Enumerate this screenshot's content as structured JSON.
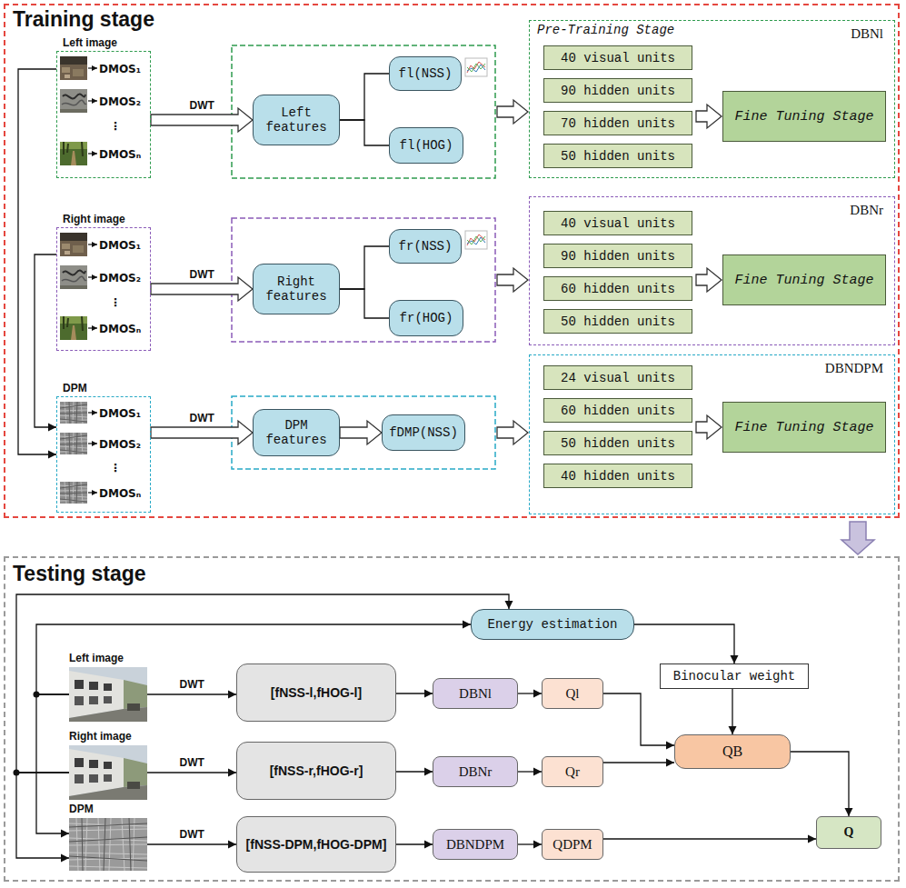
{
  "diagram": {
    "nodes": [
      {
        "text": [
          "Training stage"
        ]
      },
      {
        "text": [
          "Left image",
          "DMOS₁",
          "DMOS₂",
          "⋮",
          "DMOSₙ"
        ],
        "in": 0
      },
      {
        "text": [
          "Left features"
        ],
        "in": 0
      },
      {
        "text": [
          "fl(NSS)"
        ],
        "in": 0
      },
      {
        "text": [
          "fl(HOG)"
        ],
        "in": 0
      },
      {
        "text": [
          "Pre-Training Stage",
          "DBNl"
        ],
        "in": 0
      },
      {
        "text": [
          "40 visual units"
        ],
        "in": 5
      },
      {
        "text": [
          "90 hidden units"
        ],
        "in": 5
      },
      {
        "text": [
          "70 hidden units"
        ],
        "in": 5
      },
      {
        "text": [
          "50 hidden units"
        ],
        "in": 5
      },
      {
        "text": [
          "Fine Tuning Stage"
        ],
        "in": 5
      },
      {
        "text": [
          "Right image",
          "DMOS₁",
          "DMOS₂",
          "⋮",
          "DMOSₙ"
        ],
        "in": 0
      },
      {
        "text": [
          "Right features"
        ],
        "in": 0
      },
      {
        "text": [
          "fr(NSS)"
        ],
        "in": 0
      },
      {
        "text": [
          "fr(HOG)"
        ],
        "in": 0
      },
      {
        "text": [
          "DBNr"
        ],
        "in": 0
      },
      {
        "text": [
          "40 visual units"
        ],
        "in": 15
      },
      {
        "text": [
          "90 hidden units"
        ],
        "in": 15
      },
      {
        "text": [
          "60 hidden units"
        ],
        "in": 15
      },
      {
        "text": [
          "50 hidden units"
        ],
        "in": 15
      },
      {
        "text": [
          "Fine Tuning Stage"
        ],
        "in": 15
      },
      {
        "text": [
          "DPM",
          "DMOS₁",
          "DMOS₂",
          "⋮",
          "DMOSₙ"
        ],
        "in": 0
      },
      {
        "text": [
          "DPM features"
        ],
        "in": 0
      },
      {
        "text": [
          "fDMP(NSS)"
        ],
        "in": 0
      },
      {
        "text": [
          "DBNDPM"
        ],
        "in": 0
      },
      {
        "text": [
          "24 visual units"
        ],
        "in": 24
      },
      {
        "text": [
          "60 hidden units"
        ],
        "in": 24
      },
      {
        "text": [
          "50 hidden units"
        ],
        "in": 24
      },
      {
        "text": [
          "40 hidden units"
        ],
        "in": 24
      },
      {
        "text": [
          "Fine Tuning Stage"
        ],
        "in": 24
      },
      {
        "text": [
          "Testing stage"
        ]
      },
      {
        "text": [
          "Energy estimation"
        ],
        "in": 30
      },
      {
        "text": [
          "Binocular weight"
        ],
        "in": 30
      },
      {
        "text": [
          "Left image"
        ],
        "in": 30
      },
      {
        "text": [
          "[fNSS-l,fHOG-l]"
        ],
        "in": 30
      },
      {
        "text": [
          "DBNl"
        ],
        "in": 30
      },
      {
        "text": [
          "Ql"
        ],
        "in": 30
      },
      {
        "text": [
          "Right image"
        ],
        "in": 30
      },
      {
        "text": [
          "[fNSS-r,fHOG-r]"
        ],
        "in": 30
      },
      {
        "text": [
          "DBNr"
        ],
        "in": 30
      },
      {
        "text": [
          "Qr"
        ],
        "in": 30
      },
      {
        "text": [
          "QB"
        ],
        "in": 30
      },
      {
        "text": [
          "DPM"
        ],
        "in": 30
      },
      {
        "text": [
          "[fNSS-DPM,fHOG-DPM]"
        ],
        "in": 30
      },
      {
        "text": [
          "DBNDPM"
        ],
        "in": 30
      },
      {
        "text": [
          "QDPM"
        ],
        "in": 30
      },
      {
        "text": [
          "Q"
        ],
        "in": 30
      }
    ],
    "edges": [
      {
        "from": 1,
        "to": 21,
        "arrow": "to"
      },
      {
        "from": 11,
        "to": 21,
        "arrow": "to"
      },
      {
        "from": 1,
        "to": 2,
        "label": "DWT",
        "arrow": "to"
      },
      {
        "from": 2,
        "to": 3,
        "arrow": "none"
      },
      {
        "from": 2,
        "to": 4,
        "arrow": "none"
      },
      {
        "from": 11,
        "to": 12,
        "label": "DWT",
        "arrow": "to"
      },
      {
        "from": 12,
        "to": 13,
        "arrow": "none"
      },
      {
        "from": 12,
        "to": 14,
        "arrow": "none"
      },
      {
        "from": 21,
        "to": 22,
        "label": "DWT",
        "arrow": "to"
      },
      {
        "from": 22,
        "to": 23,
        "arrow": "to"
      },
      {
        "from": 33,
        "to": 34,
        "label": "DWT",
        "arrow": "to"
      },
      {
        "from": 34,
        "to": 35,
        "arrow": "to"
      },
      {
        "from": 35,
        "to": 36,
        "arrow": "to"
      },
      {
        "from": 37,
        "to": 38,
        "label": "DWT",
        "arrow": "to"
      },
      {
        "from": 38,
        "to": 39,
        "arrow": "to"
      },
      {
        "from": 39,
        "to": 40,
        "arrow": "to"
      },
      {
        "from": 42,
        "to": 43,
        "label": "DWT",
        "arrow": "to"
      },
      {
        "from": 43,
        "to": 44,
        "arrow": "to"
      },
      {
        "from": 44,
        "to": 45,
        "arrow": "to"
      },
      {
        "from": 36,
        "to": 41,
        "arrow": "to"
      },
      {
        "from": 40,
        "to": 41,
        "arrow": "to"
      },
      {
        "from": 31,
        "to": 32,
        "arrow": "to"
      },
      {
        "from": 32,
        "to": 41,
        "arrow": "to"
      },
      {
        "from": 41,
        "to": 46,
        "arrow": "to"
      },
      {
        "from": 45,
        "to": 46,
        "arrow": "to"
      },
      {
        "from": 33,
        "to": 31,
        "arrow": "to"
      },
      {
        "from": 37,
        "to": 31,
        "arrow": "to"
      },
      {
        "from": 33,
        "to": 42,
        "arrow": "to"
      },
      {
        "from": 37,
        "to": 42,
        "arrow": "to"
      }
    ]
  }
}
